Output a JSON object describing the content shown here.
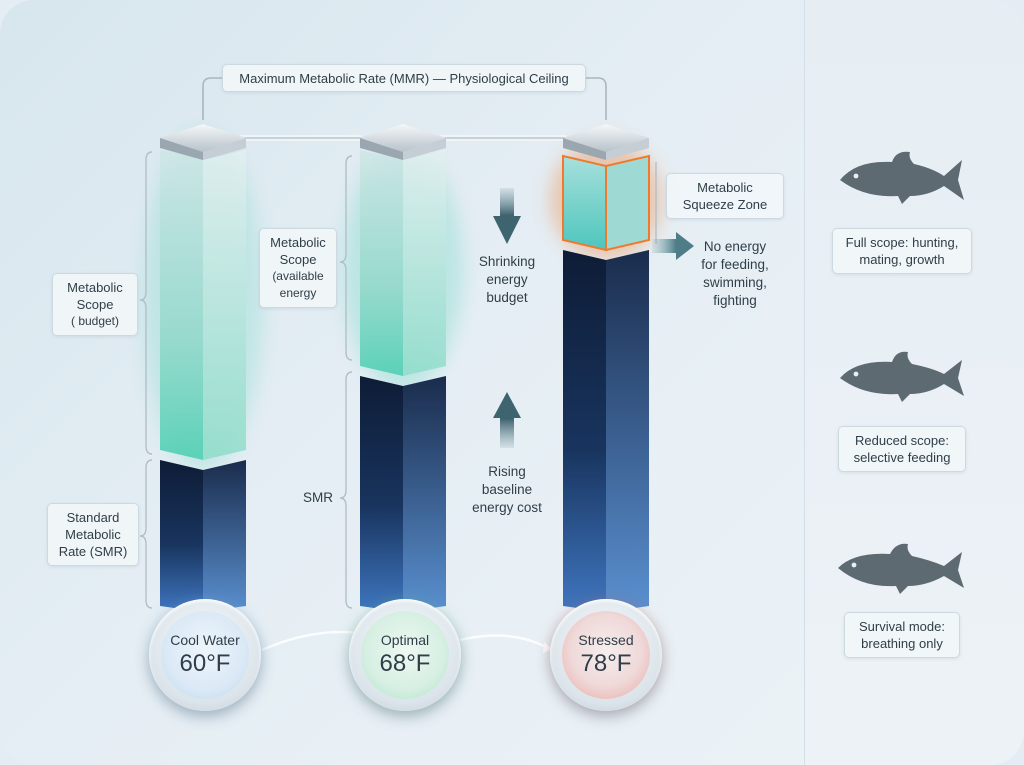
{
  "ceiling_label": "Maximum Metabolic Rate (MMR) — Physiological Ceiling",
  "columns": [
    {
      "name": "Cool Water",
      "temp": "60°F",
      "glow": "#8fc4ee"
    },
    {
      "name": "Optimal",
      "temp": "68°F",
      "glow": "#79d9a9"
    },
    {
      "name": "Stressed",
      "temp": "78°F",
      "glow": "#f27e6e"
    }
  ],
  "left_labels": {
    "scope_line1": "Metabolic",
    "scope_line2": "Scope",
    "scope_line3": "( budget)",
    "smr_line1": "Standard",
    "smr_line2": "Metabolic",
    "smr_line3": "Rate (SMR)"
  },
  "middle_labels": {
    "scope_line1": "Metabolic",
    "scope_line2": "Scope",
    "scope_line3": "(available",
    "scope_line4": "energy",
    "smr": "SMR"
  },
  "arrows": {
    "shrinking_line1": "Shrinking",
    "shrinking_line2": "energy",
    "shrinking_line3": "budget",
    "rising_line1": "Rising",
    "rising_line2": "baseline",
    "rising_line3": "energy cost"
  },
  "squeeze": {
    "label_line1": "Metabolic",
    "label_line2": "Squeeze Zone",
    "no_energy_line1": "No energy",
    "no_energy_line2": "for feeding,",
    "no_energy_line3": "swimming,",
    "no_energy_line4": "fighting"
  },
  "fish_states": [
    {
      "line1": "Full scope: hunting,",
      "line2": "mating, growth"
    },
    {
      "line1": "Reduced scope:",
      "line2": "selective feeding"
    },
    {
      "line1": "Survival mode:",
      "line2": "breathing only"
    }
  ],
  "colors": {
    "smr_dark": "#0f1f3d",
    "scope_teal": "#5fd3bd",
    "squeeze_orange": "#ef7a2e",
    "fish_gray": "#5d6a72"
  }
}
